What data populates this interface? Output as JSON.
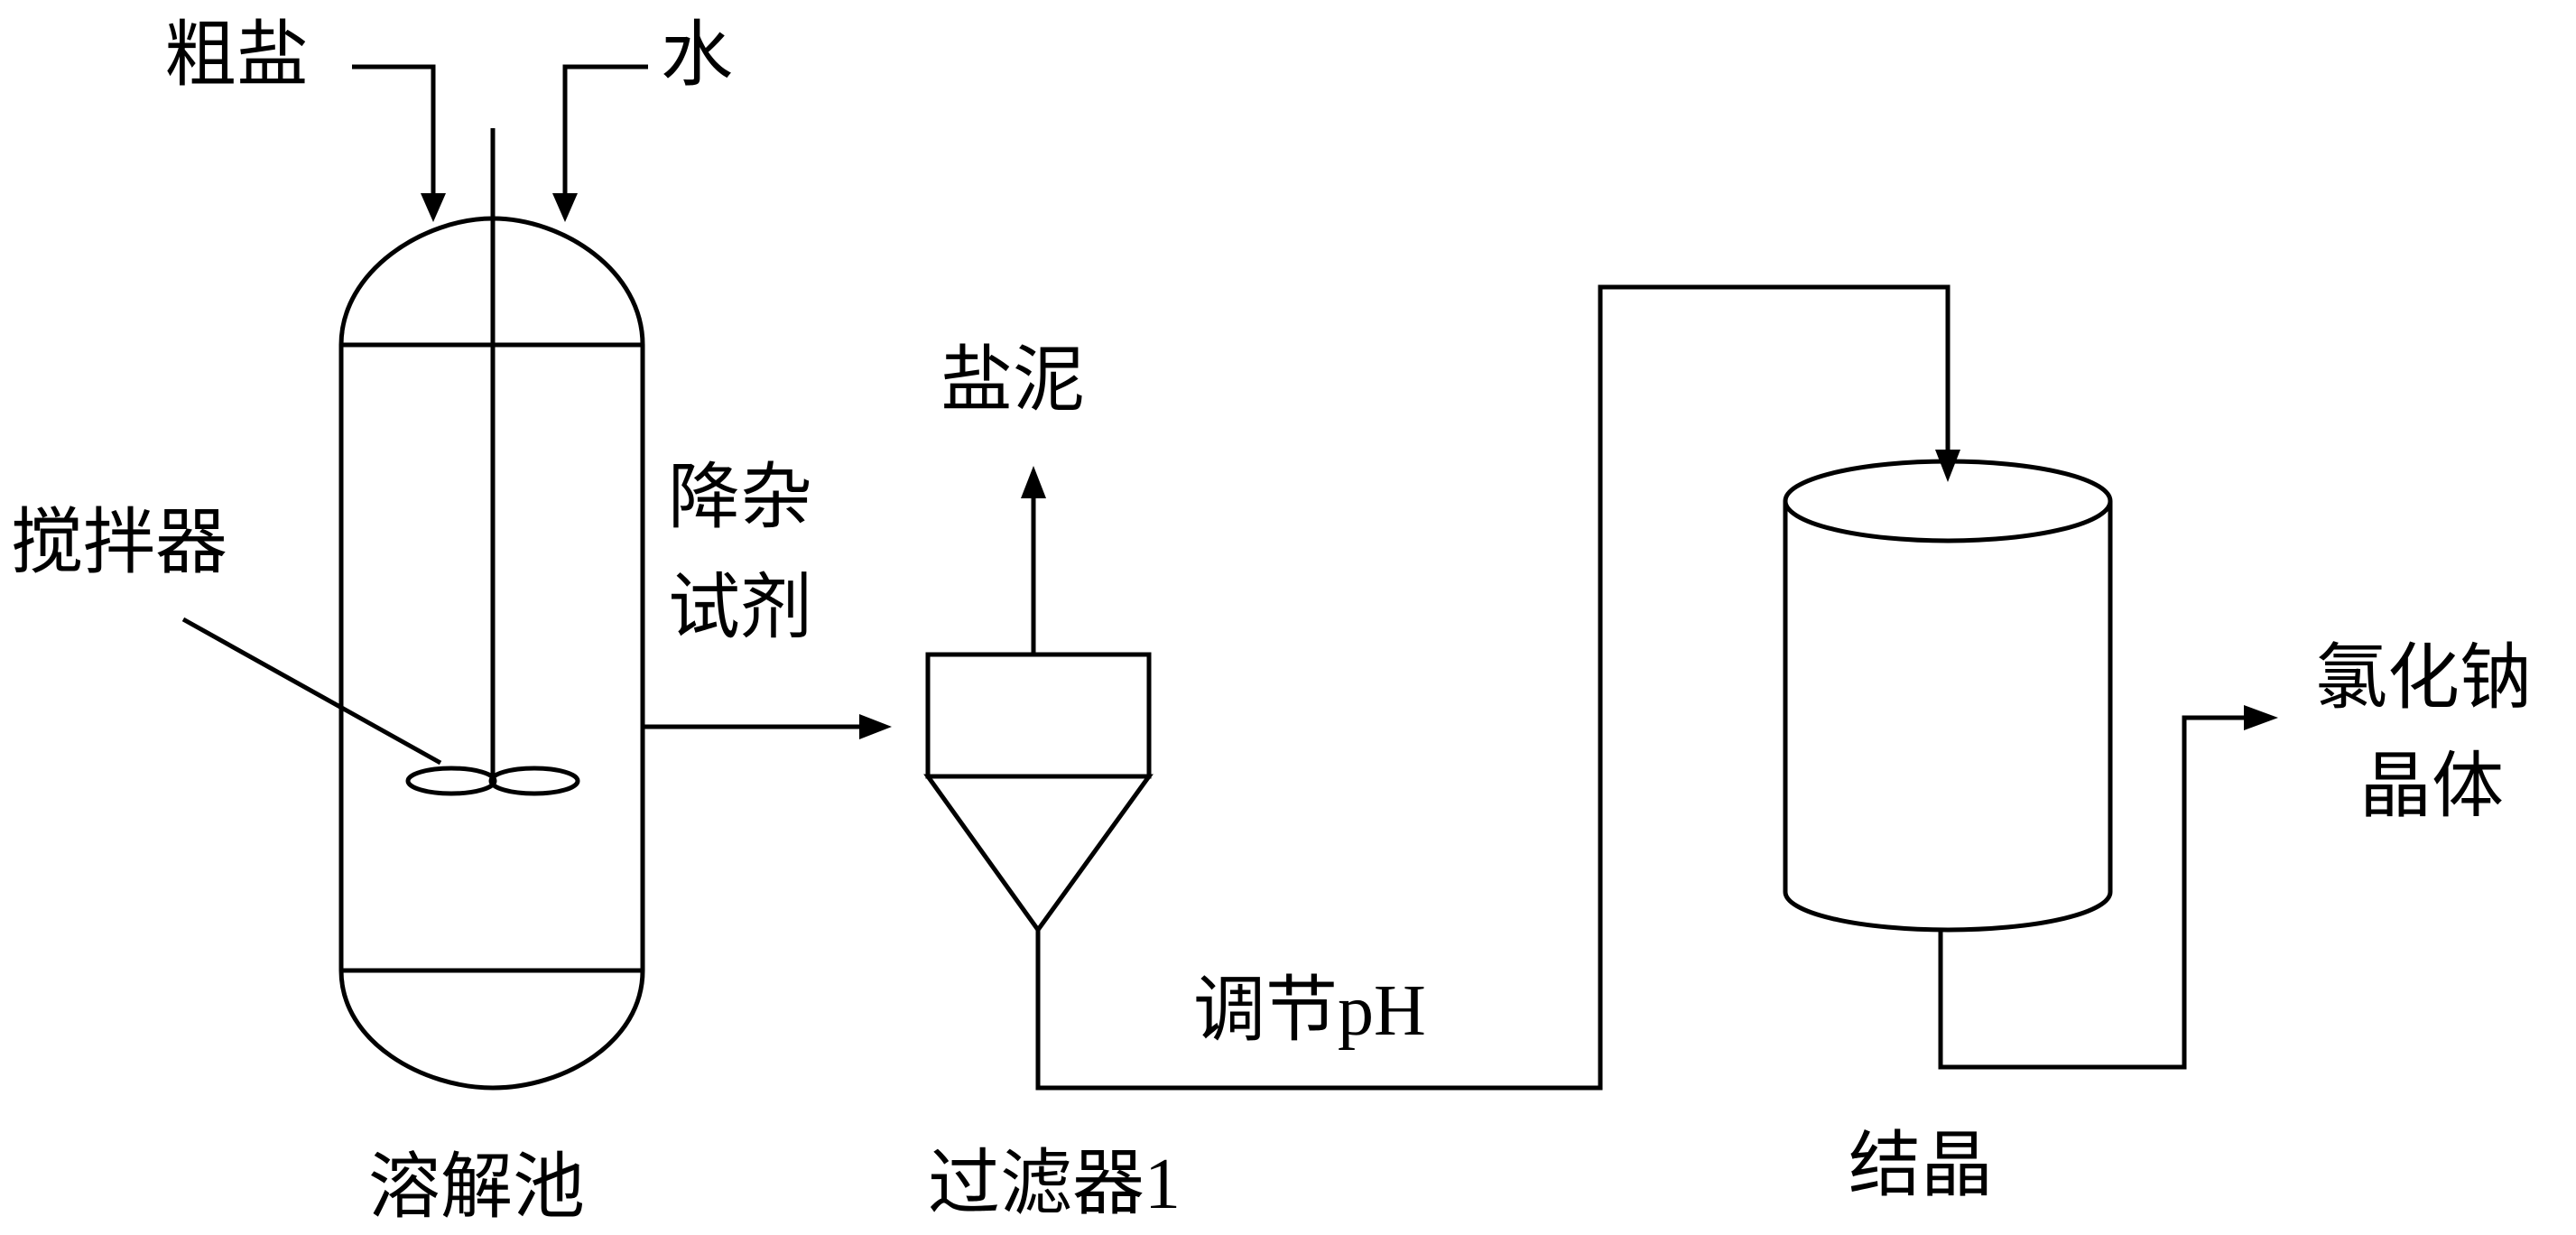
{
  "labels": {
    "crude_salt": "粗盐",
    "water": "水",
    "stirrer": "搅拌器",
    "impurity_reagent_line1": "降杂",
    "impurity_reagent_line2": "试剂",
    "dissolving_tank": "溶解池",
    "salt_mud": "盐泥",
    "filter": "过滤器1",
    "adjust_ph": "调节pH",
    "crystallization": "结晶",
    "product_line1": "氯化钠",
    "product_line2": "晶体"
  }
}
